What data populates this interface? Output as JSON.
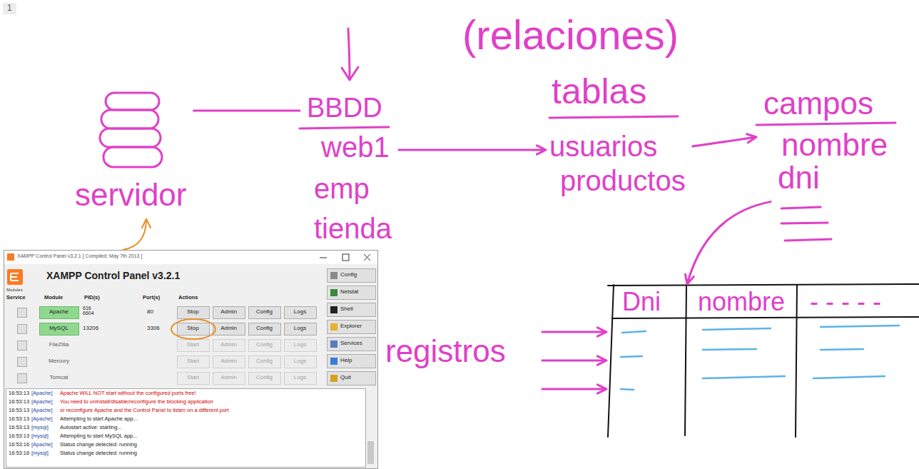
{
  "diagram": {
    "nodes": [
      {
        "text": [
          "servidor"
        ]
      },
      {
        "text": [
          "BBDD",
          "web1",
          "emp",
          "tienda"
        ]
      },
      {
        "text": [
          "tablas",
          "usuarios",
          "productos"
        ]
      },
      {
        "text": [
          "campos",
          "nombre",
          "dni"
        ]
      },
      {
        "text": [
          "XAMPP Control Panel v3.2.1"
        ]
      },
      {
        "text": [
          "registros"
        ]
      },
      {
        "text": [
          "Dni",
          "nombre",
          "- - - - -"
        ]
      }
    ],
    "edges": [
      {
        "from": 0,
        "to": 1,
        "arrow": "none"
      },
      {
        "from": 1,
        "to": 2,
        "arrow": "to"
      },
      {
        "from": 2,
        "to": 3,
        "arrow": "to"
      },
      {
        "from": 3,
        "to": 6,
        "arrow": "to"
      },
      {
        "from": 4,
        "to": 0,
        "arrow": "to"
      },
      {
        "from": 5,
        "to": 6,
        "arrow": "to"
      },
      {
        "from": 5,
        "to": 6,
        "arrow": "to"
      },
      {
        "from": 5,
        "to": 6,
        "arrow": "to"
      }
    ],
    "labels": [
      "1",
      "(relaciones)",
      "XAMPP Control Panel v3.2.1 [ Compiled: May 7th 2013 ]",
      "Modules",
      "Service",
      "Module",
      "PID(s)",
      "Port(s)",
      "Actions",
      "Config",
      "Netstat",
      "Shell",
      "Explorer",
      "Services",
      "Help",
      "Quit",
      "Apache",
      "616 6604",
      "80",
      "Stop",
      "Admin",
      "Config",
      "Logs",
      "MySQL",
      "13206",
      "3306",
      "Stop",
      "Admin",
      "Config",
      "Logs",
      "FileZilla",
      "Start",
      "Admin",
      "Config",
      "Logs",
      "Mercury",
      "Start",
      "Admin",
      "Config",
      "Logs",
      "Tomcat",
      "Start",
      "Admin",
      "Config",
      "Logs",
      "16:53:13",
      "[Apache]",
      "Apache WILL NOT start without the configured ports free!",
      "16:53:13",
      "[Apache]",
      "You need to uninstall/disable/reconfigure the blocking application",
      "16:53:13",
      "[Apache]",
      "or reconfigure Apache and the Control Panel to listen on a different port",
      "16:53:13",
      "[Apache]",
      "Attempting to start Apache app...",
      "16:53:13",
      "[mysql]",
      "Autostart active: starting...",
      "16:53:13",
      "[mysql]",
      "Attempting to start MySQL app...",
      "16:53:16",
      "[Apache]",
      "Status change detected: running",
      "16:53:16",
      "[mysql]",
      "Status change detected: running"
    ]
  }
}
